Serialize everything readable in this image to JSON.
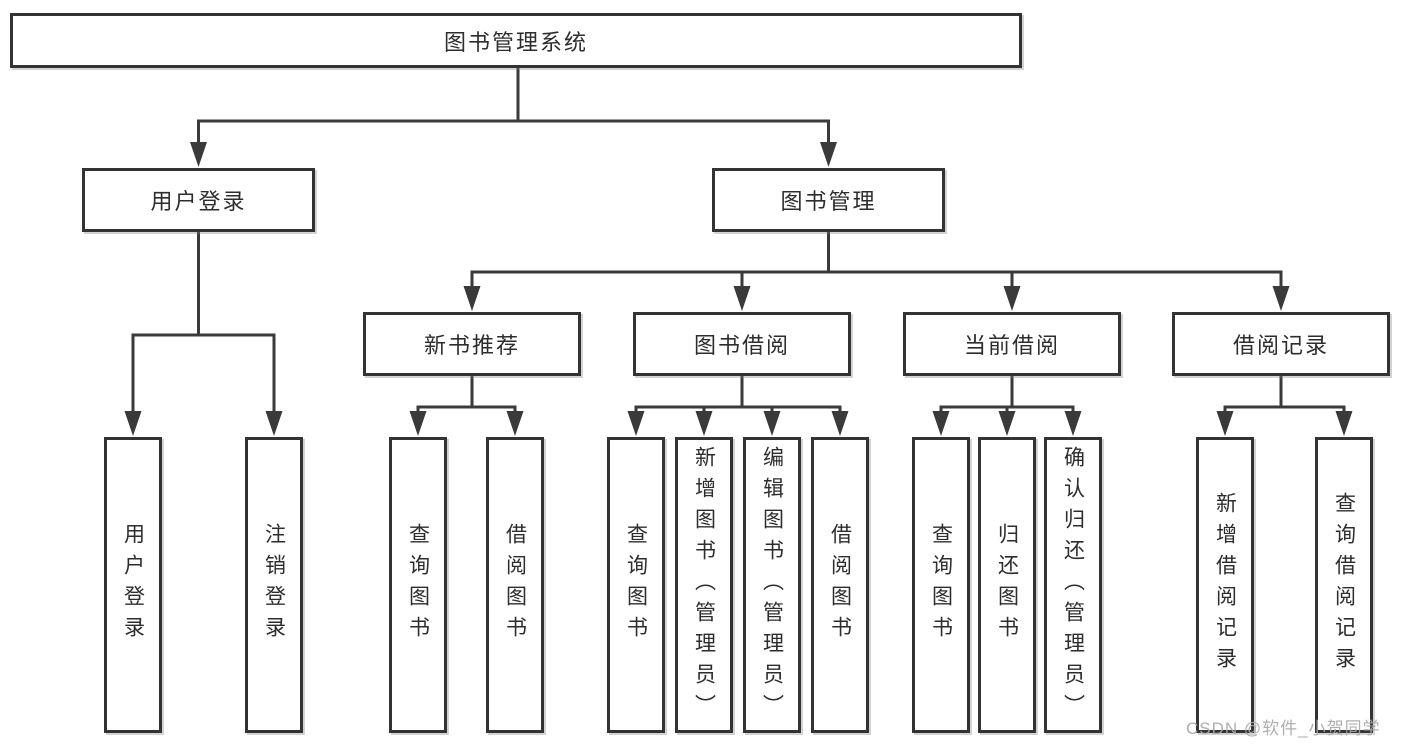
{
  "tree": {
    "label": "图书管理系统",
    "children": [
      {
        "label": "用户登录",
        "children": [
          {
            "label": "用户登录"
          },
          {
            "label": "注销登录"
          }
        ]
      },
      {
        "label": "图书管理",
        "children": [
          {
            "label": "新书推荐",
            "children": [
              {
                "label": "查询图书"
              },
              {
                "label": "借阅图书"
              }
            ]
          },
          {
            "label": "图书借阅",
            "children": [
              {
                "label": "查询图书"
              },
              {
                "label": "新增图书（管理员）"
              },
              {
                "label": "编辑图书（管理员）"
              },
              {
                "label": "借阅图书"
              }
            ]
          },
          {
            "label": "当前借阅",
            "children": [
              {
                "label": "查询图书"
              },
              {
                "label": "归还图书"
              },
              {
                "label": "确认归还（管理员）"
              }
            ]
          },
          {
            "label": "借阅记录",
            "children": [
              {
                "label": "新增借阅记录"
              },
              {
                "label": "查询借阅记录"
              }
            ]
          }
        ]
      }
    ]
  },
  "watermark": "CSDN @软件_小贺同学",
  "colors": {
    "line": "#3a3a3a",
    "box_border": "#333333",
    "text": "#2d2d2d",
    "watermark_text": "#a8a8a8",
    "background": "#ffffff"
  }
}
